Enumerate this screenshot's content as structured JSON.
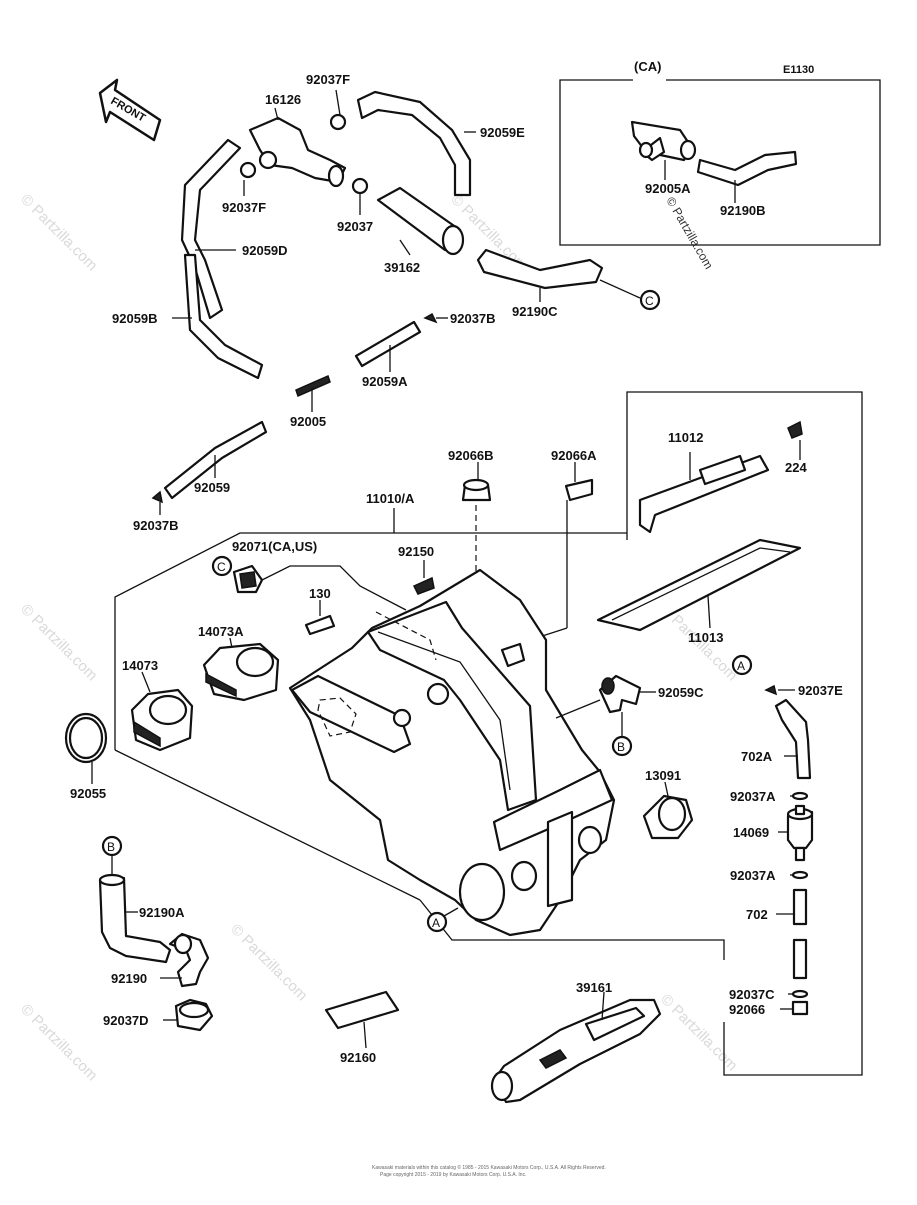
{
  "drawing_code": "E1130",
  "front_arrow_label": "FRONT",
  "watermark": "© Partzilla.com",
  "footer": {
    "line1": "Kawasaki materials within this catalog © 1985 - 2015 Kawasaki Motors Corp., U.S.A. All Rights Reserved.",
    "line2": "Page copyright 2015 - 2019 by Kawasaki Motors Corp. U.S.A. Inc."
  },
  "connectors": {
    "a": "A",
    "b": "B",
    "c": "C"
  },
  "labels": {
    "p92037F_top": "92037F",
    "p16126": "16126",
    "p92059E": "92059E",
    "pCA": "(CA)",
    "p92037F_left": "92037F",
    "p92037": "92037",
    "p92059D": "92059D",
    "p39162": "39162",
    "p92005A": "92005A",
    "p92190B": "92190B",
    "p92190C": "92190C",
    "p92059B": "92059B",
    "p92037B_mid": "92037B",
    "p92059A": "92059A",
    "p92005": "92005",
    "p92059": "92059",
    "p92037B_left": "92037B",
    "p11012": "11012",
    "p224": "224",
    "p92066B": "92066B",
    "p92066A": "92066A",
    "p11010A": "11010/A",
    "p92071": "92071(CA,US)",
    "p92150": "92150",
    "p130": "130",
    "p14073A": "14073A",
    "p11013": "11013",
    "p14073": "14073",
    "p92059C": "92059C",
    "p92037E": "92037E",
    "p702A": "702A",
    "p13091": "13091",
    "p92037A_1": "92037A",
    "p14069": "14069",
    "p92055": "92055",
    "p92037A_2": "92037A",
    "p92190A": "92190A",
    "p702": "702",
    "p92190": "92190",
    "p39161": "39161",
    "p92037C": "92037C",
    "p92066": "92066",
    "p92037D": "92037D",
    "p92160": "92160"
  }
}
